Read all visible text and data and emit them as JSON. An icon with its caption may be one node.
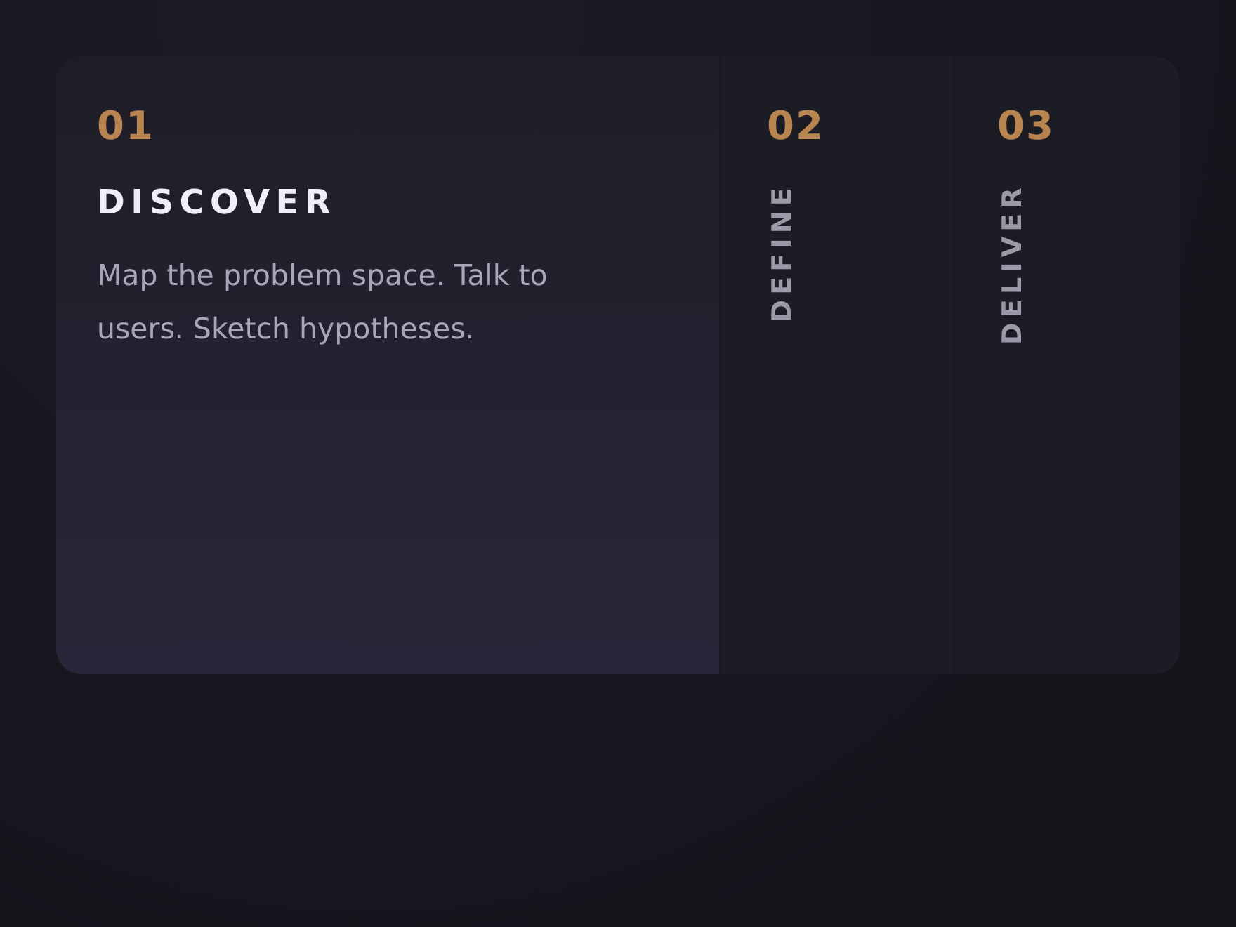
{
  "diagram": {
    "nodes": [
      {
        "text": [
          "01",
          "DISCOVER",
          "Map the problem space. Talk to users. Sketch hypotheses."
        ]
      },
      {
        "text": [
          "02",
          "DEFINE"
        ]
      },
      {
        "text": [
          "03",
          "DELIVER"
        ]
      }
    ]
  }
}
